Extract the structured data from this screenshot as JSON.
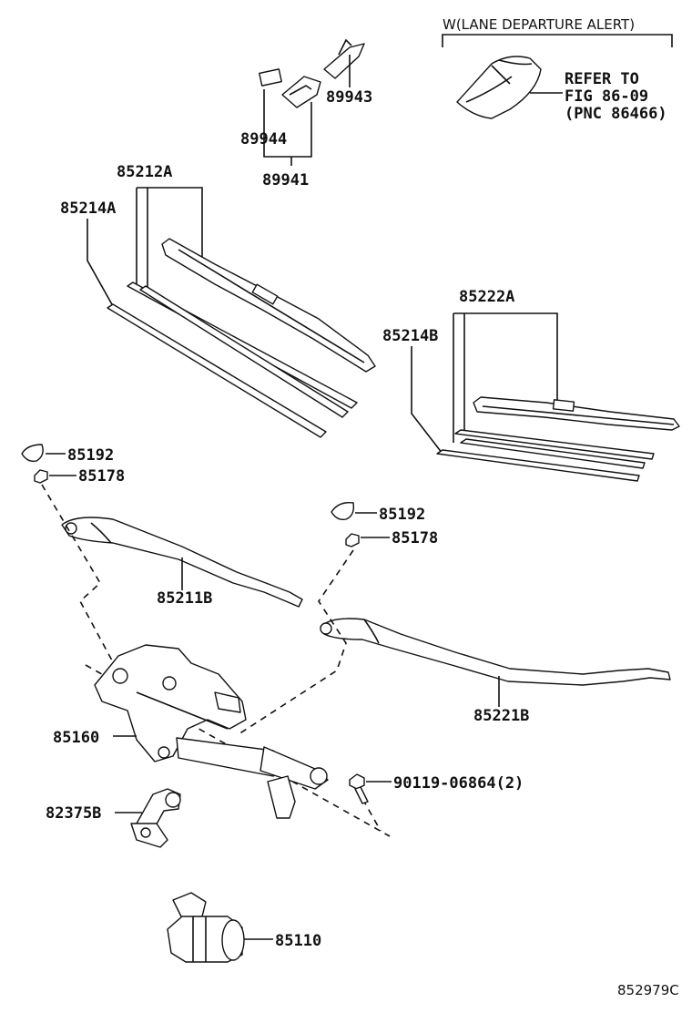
{
  "header": {
    "variant_label": "W(LANE DEPARTURE ALERT)"
  },
  "reference": {
    "line1": "REFER TO",
    "line2": "FIG 86-09",
    "line3": "(PNC 86466)"
  },
  "parts": {
    "p89943": "89943",
    "p89944": "89944",
    "p89941": "89941",
    "p85212A": "85212A",
    "p85214A": "85214A",
    "p85222A": "85222A",
    "p85214B": "85214B",
    "p85192_left": "85192",
    "p85178_left": "85178",
    "p85192_right": "85192",
    "p85178_right": "85178",
    "p85211B": "85211B",
    "p85221B": "85221B",
    "p85160": "85160",
    "p90119": "90119-06864(2)",
    "p82375B": "82375B",
    "p85110": "85110"
  },
  "footer": {
    "figure_code": "852979C"
  }
}
